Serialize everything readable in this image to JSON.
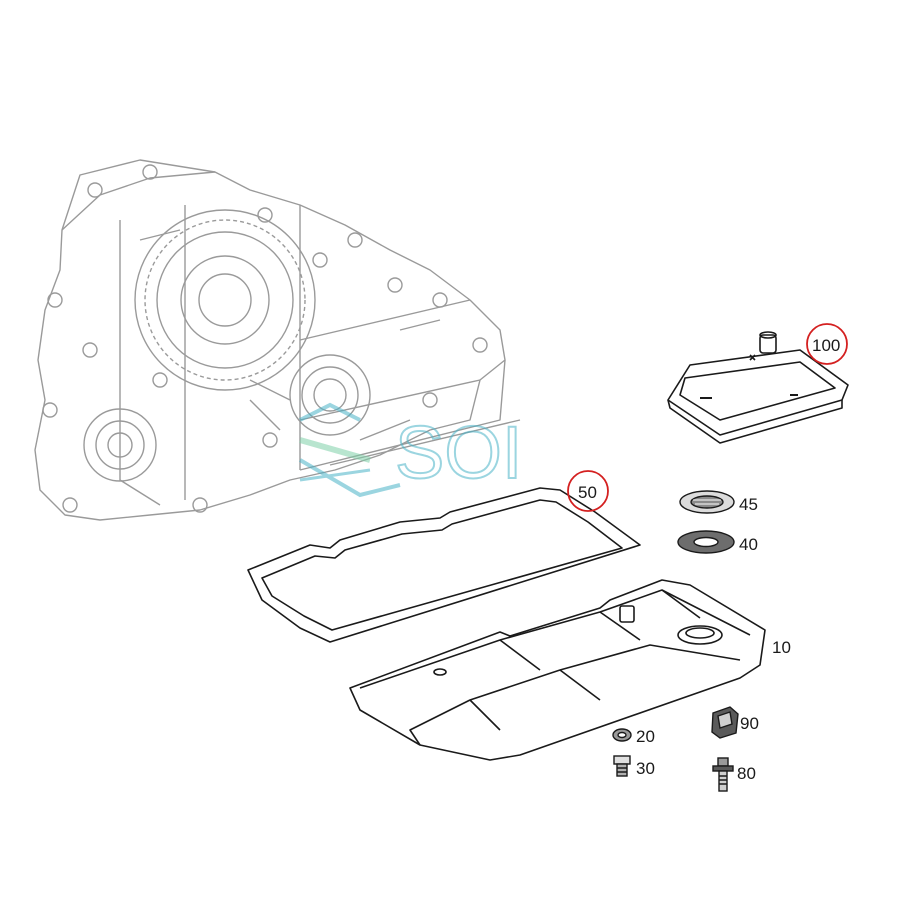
{
  "watermark": {
    "text": "SOI",
    "color": "#4ab3c8"
  },
  "highlight_color": "#d42020",
  "line_color": "#1a1a1a",
  "housing_line_color": "#9a9a9a",
  "parts": [
    {
      "id": "100",
      "label": "100",
      "name": "transmission filter",
      "highlighted": true
    },
    {
      "id": "50",
      "label": "50",
      "name": "oil pan gasket",
      "highlighted": true
    },
    {
      "id": "45",
      "label": "45",
      "name": "magnet",
      "highlighted": false
    },
    {
      "id": "40",
      "label": "40",
      "name": "seal ring",
      "highlighted": false
    },
    {
      "id": "10",
      "label": "10",
      "name": "oil pan",
      "highlighted": false
    },
    {
      "id": "90",
      "label": "90",
      "name": "bracket",
      "highlighted": false
    },
    {
      "id": "20",
      "label": "20",
      "name": "seal ring",
      "highlighted": false
    },
    {
      "id": "30",
      "label": "30",
      "name": "drain plug",
      "highlighted": false
    },
    {
      "id": "80",
      "label": "80",
      "name": "bolt",
      "highlighted": false
    }
  ]
}
